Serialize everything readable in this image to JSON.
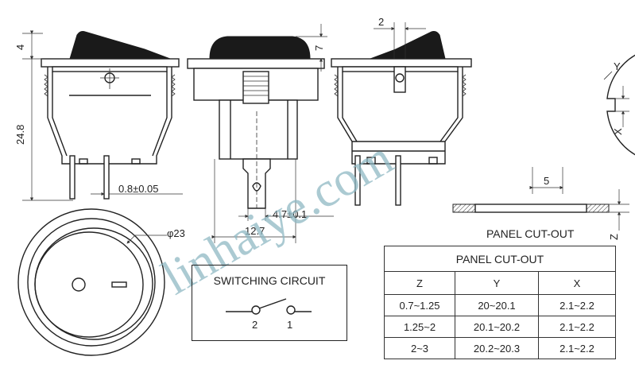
{
  "dimensions": {
    "top_height": "4",
    "body_height": "24.8",
    "pin_pitch": "0.8±0.05",
    "diameter": "φ23",
    "terminal_width": "4.7±0.1",
    "terminal_spacing": "12.7",
    "cap_height": "7",
    "rocker_offset": "2",
    "cutout_y": "Y",
    "cutout_x": "X",
    "cutout_width": "5",
    "panel_z": "Z"
  },
  "panel_cutout_label": "PANEL CUT-OUT",
  "switching_circuit": {
    "title": "SWITCHING CIRCUIT",
    "terminal_left": "2",
    "terminal_right": "1"
  },
  "cutout_table": {
    "title": "PANEL CUT-OUT",
    "columns": [
      "Z",
      "Y",
      "X"
    ],
    "rows": [
      [
        "0.7~1.25",
        "20~20.1",
        "2.1~2.2"
      ],
      [
        "1.25~2",
        "20.1~20.2",
        "2.1~2.2"
      ],
      [
        "2~3",
        "20.2~20.3",
        "2.1~2.2"
      ]
    ]
  },
  "watermark": "linhaiye.com"
}
